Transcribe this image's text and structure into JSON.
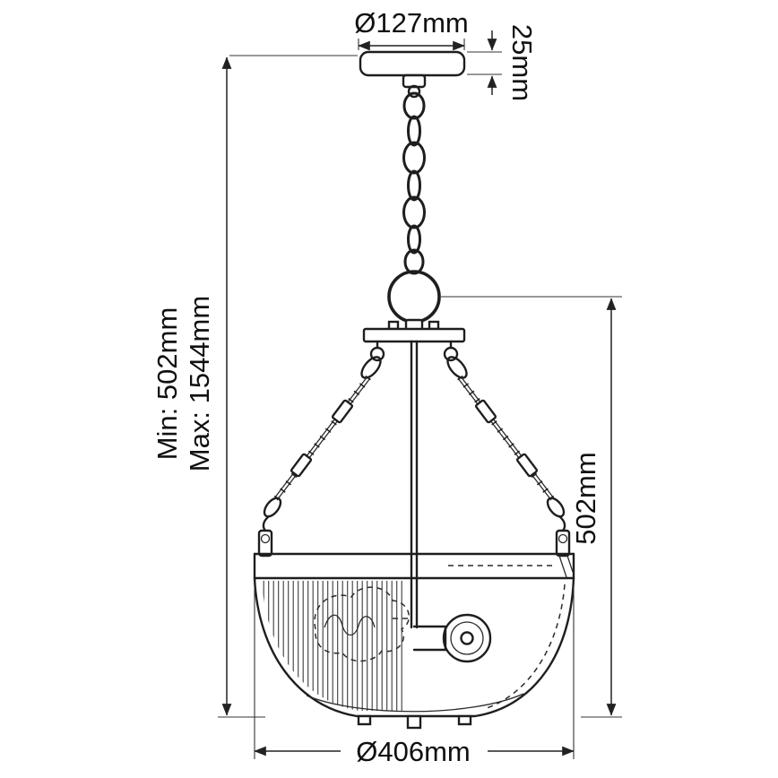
{
  "diagram": {
    "subject": "pendant-ceiling-light-dimension-drawing",
    "labels": {
      "canopy_diameter": "Ø127mm",
      "canopy_height": "25mm",
      "height_min": "Min: 502mm",
      "height_max": "Max: 1544mm",
      "body_height": "502mm",
      "shade_diameter": "Ø406mm"
    },
    "colors": {
      "line": "#1e1e1e",
      "background": "#ffffff"
    }
  }
}
